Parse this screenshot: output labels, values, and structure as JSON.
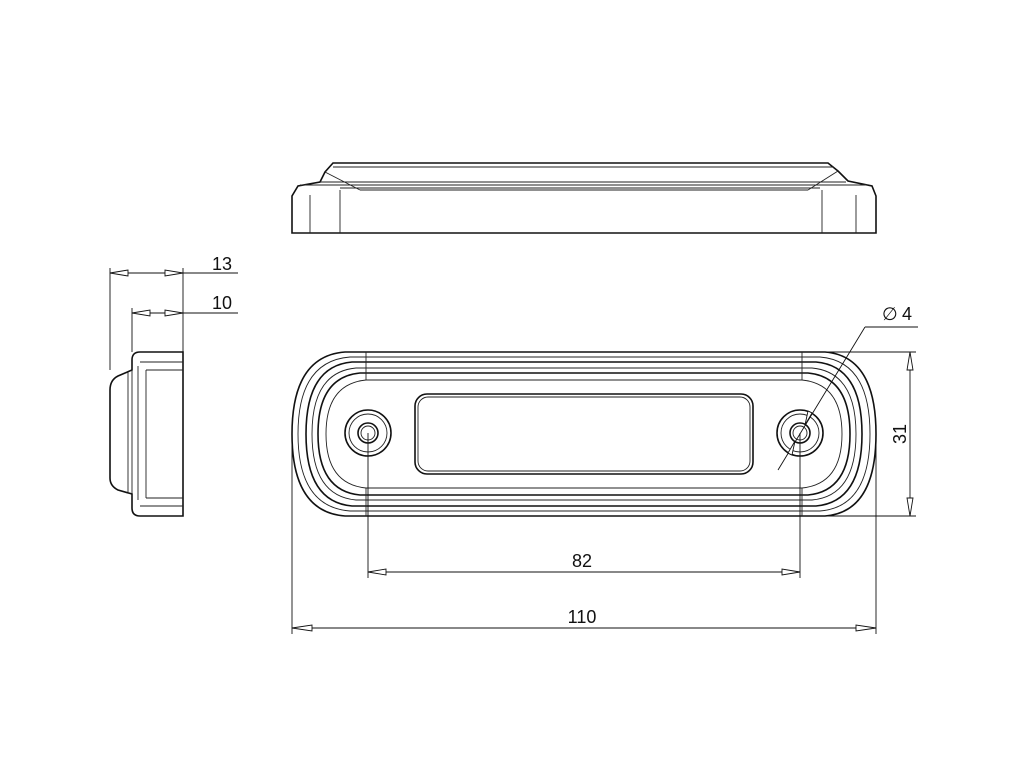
{
  "dimensions": {
    "depth_total": "13",
    "depth_body": "10",
    "hole_diameter_symbol": "∅",
    "hole_diameter": "4",
    "height": "31",
    "hole_spacing": "82",
    "overall_length": "110"
  },
  "colors": {
    "line": "#111111",
    "background": "#ffffff"
  }
}
